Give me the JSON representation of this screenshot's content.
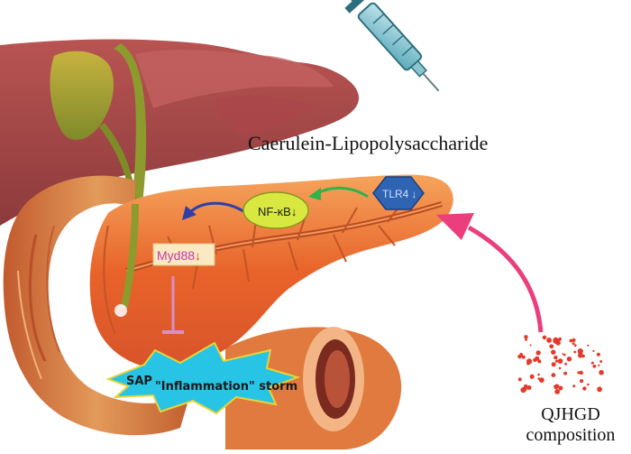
{
  "labels": {
    "agent": "Caerulein-Lipopolysaccharide",
    "nfkb": "NF-κB",
    "tlr4": "TLR4",
    "myd88": "Myd88",
    "sap": "SAP",
    "storm": "\"Inflammation\" storm",
    "drug_line1": "QJHGD",
    "drug_line2": "composition"
  },
  "icons": {
    "syringe": "syringe-icon",
    "down_arrow": "↓",
    "down_arrow_small": "↓"
  },
  "colors": {
    "pancreas": "#e8632a",
    "pancreas_light": "#f2a35e",
    "nfkb_fill": "#d9e840",
    "tlr4_fill": "#2f64b3",
    "myd88_fill": "#fbe9c4",
    "myd88_text": "#c43aa3",
    "storm_fill": "#27c4e5",
    "pink_arrow": "#ea3f7c",
    "green_arrow": "#2fb34a",
    "blue_arrow": "#2f3fa8",
    "dots": "#e23b2b"
  }
}
